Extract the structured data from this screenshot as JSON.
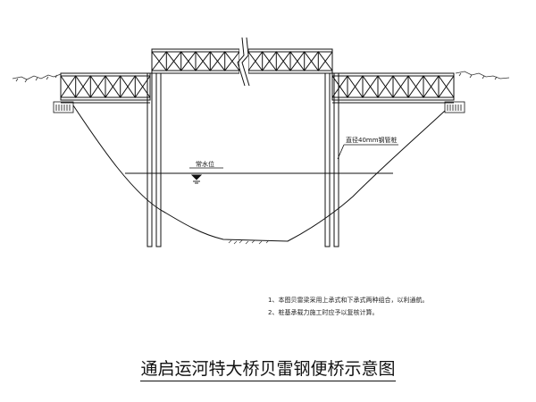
{
  "drawing": {
    "water_level_label": "常水位",
    "pile_label": "直径40mm钢管桩",
    "notes": [
      "1、本图贝雷梁采用上承式和下承式两种组合，以利通航。",
      "2、桩基承载力施工时应予以复核计算。"
    ],
    "title": "通启运河特大桥贝雷钢便桥示意图"
  }
}
